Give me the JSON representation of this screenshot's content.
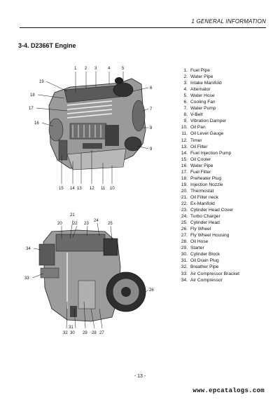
{
  "header": {
    "section_label": "1  GENERAL  INFORMATION"
  },
  "section": {
    "title": "3-4. D2366T Engine"
  },
  "figure_top": {
    "callouts": [
      "1",
      "2",
      "3",
      "4",
      "5",
      "6",
      "7",
      "8",
      "9",
      "10",
      "11",
      "12",
      "13",
      "14",
      "15",
      "16",
      "17",
      "18",
      "19"
    ]
  },
  "figure_bottom": {
    "callouts": [
      "20",
      "21",
      "22",
      "23",
      "24",
      "25",
      "26",
      "27",
      "28",
      "29",
      "30",
      "32",
      "33",
      "34",
      "31"
    ]
  },
  "parts": [
    {
      "num": "1.",
      "name": "Fuel Pipe"
    },
    {
      "num": "2.",
      "name": "Water Pipe"
    },
    {
      "num": "3.",
      "name": "Intake Manifold"
    },
    {
      "num": "4.",
      "name": "Alternator"
    },
    {
      "num": "5.",
      "name": "Water Hose"
    },
    {
      "num": "6.",
      "name": "Cooling Fan"
    },
    {
      "num": "7.",
      "name": "Water Pump"
    },
    {
      "num": "8.",
      "name": "V-Belt"
    },
    {
      "num": "9.",
      "name": "Vibration Damper"
    },
    {
      "num": "10.",
      "name": "Oil Pan"
    },
    {
      "num": "11.",
      "name": "Oil Level Gauge"
    },
    {
      "num": "12.",
      "name": "Timer"
    },
    {
      "num": "13.",
      "name": "Oil Filter"
    },
    {
      "num": "14.",
      "name": "Fuel Injection Pump"
    },
    {
      "num": "15.",
      "name": "Oil Cooler"
    },
    {
      "num": "16.",
      "name": "Water Pipe"
    },
    {
      "num": "17.",
      "name": "Fuel Filter"
    },
    {
      "num": "18.",
      "name": "Preheater Plug"
    },
    {
      "num": "19.",
      "name": "Injection Nozzle"
    },
    {
      "num": "20.",
      "name": "Thermostat"
    },
    {
      "num": "21.",
      "name": "Oil Filler neck"
    },
    {
      "num": "22.",
      "name": "Ex-Manifold"
    },
    {
      "num": "23.",
      "name": "Cylinder Head Cover"
    },
    {
      "num": "24.",
      "name": "Turbo Charger"
    },
    {
      "num": "25.",
      "name": "Cylinder Head"
    },
    {
      "num": "26.",
      "name": "Fly Wheel"
    },
    {
      "num": "27.",
      "name": "Fly Wheel Housing"
    },
    {
      "num": "28.",
      "name": "Oil Hose"
    },
    {
      "num": "29.",
      "name": "Starter"
    },
    {
      "num": "30.",
      "name": "Cylinder Block"
    },
    {
      "num": "31.",
      "name": "Oil Drain Plug"
    },
    {
      "num": "32.",
      "name": "Breather Pipe"
    },
    {
      "num": "33.",
      "name": "Air Compressor Bracket"
    },
    {
      "num": "34.",
      "name": "Air Compressor"
    }
  ],
  "footer": {
    "page_number": "- 13 -",
    "website": "www.epcatalogs.com"
  }
}
